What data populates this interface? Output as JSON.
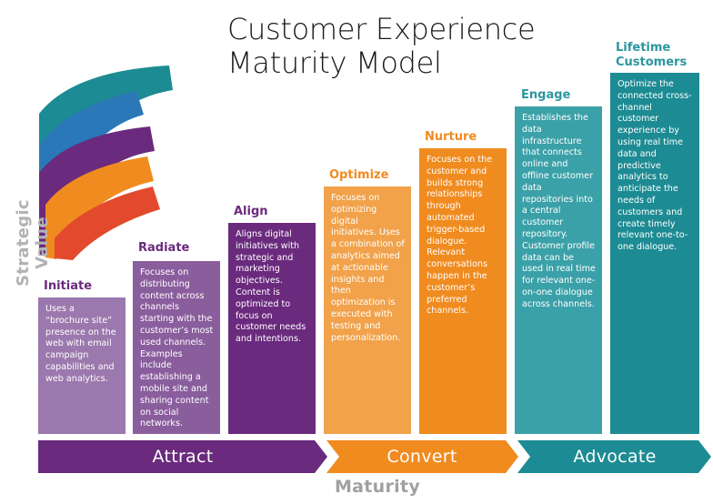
{
  "title": {
    "line1": "Customer Experience",
    "line2": "Maturity Model"
  },
  "y_axis_label": "Strategic Value",
  "x_axis_label": "Maturity",
  "colors": {
    "purple_light": "#9b78ad",
    "purple_mid": "#8a5e9d",
    "purple_dark": "#6a2a7d",
    "orange_light": "#f1a24a",
    "orange": "#f08b1f",
    "teal": "#3ba1a8",
    "teal_dark": "#1d8b93",
    "red": "#e34a2d",
    "blue": "#2a78b8",
    "title_purple": "#6a2a7d",
    "title_orange": "#f08b1f",
    "title_teal": "#2a96a0"
  },
  "stages": [
    {
      "name": "Initiate",
      "description": "Uses a “brochure site” presence on the web with email campaign capabilities and web analytics."
    },
    {
      "name": "Radiate",
      "description": "Focuses on distributing content across channels starting with the customer’s most used channels. Examples include establishing a mobile site and sharing content on social networks."
    },
    {
      "name": "Align",
      "description": "Aligns digital initiatives with strategic and marketing objectives. Content is optimized to focus on customer needs and intentions."
    },
    {
      "name": "Optimize",
      "description": "Focuses on optimizing digital initiatives. Uses a combination of analytics aimed at actionable insights and then optimization is executed with testing and personalization."
    },
    {
      "name": "Nurture",
      "description": "Focuses on the customer and builds strong relationships through automated trigger-based dialogue. Relevant conversations happen in the customer’s preferred channels."
    },
    {
      "name": "Engage",
      "description": "Establishes the data infrastructure that connects online and offline customer data repositories into a central customer repository. Customer profile data can be used in real time for relevant one-on-one dialogue across channels."
    },
    {
      "name": "Lifetime Customers",
      "description": "Optimize the connected cross-channel customer experience by using real time data and predictive analytics to anticipate the needs of customers and create timely relevant one-to-one dialogue."
    }
  ],
  "phases": [
    {
      "name": "Attract"
    },
    {
      "name": "Convert"
    },
    {
      "name": "Advocate"
    }
  ]
}
